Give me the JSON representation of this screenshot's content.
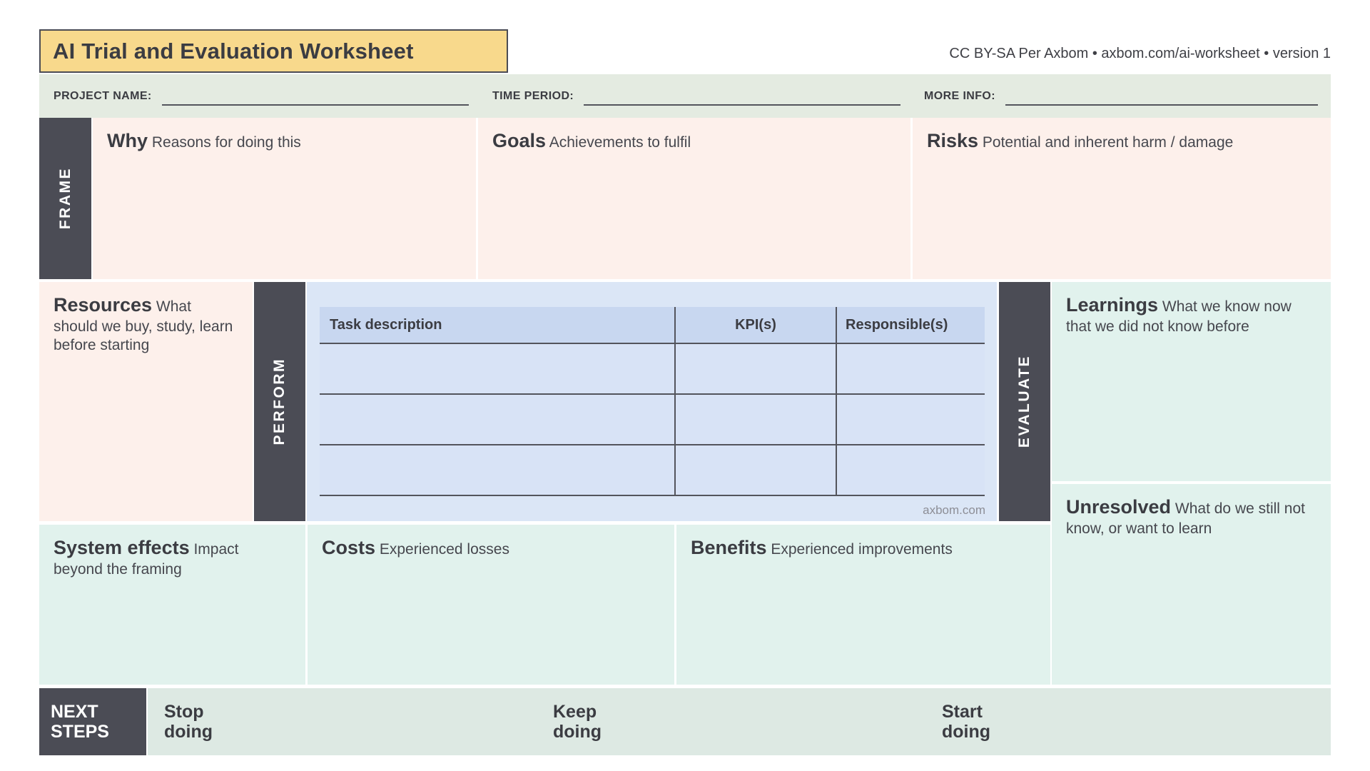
{
  "title": "AI Trial and Evaluation Worksheet",
  "attribution": "CC BY-SA Per Axbom • axbom.com/ai-worksheet • version 1",
  "header_fields": [
    {
      "label": "PROJECT NAME:",
      "value": ""
    },
    {
      "label": "TIME PERIOD:",
      "value": ""
    },
    {
      "label": "MORE INFO:",
      "value": ""
    }
  ],
  "frame": {
    "label": "FRAME",
    "why": {
      "title": "Why",
      "subtitle": "Reasons for doing this"
    },
    "goals": {
      "title": "Goals",
      "subtitle": "Achievements to fulfil"
    },
    "risks": {
      "title": "Risks",
      "subtitle": "Potential and inherent harm / damage"
    }
  },
  "resources": {
    "title": "Resources",
    "subtitle": "What should we buy, study, learn before starting"
  },
  "perform": {
    "label": "PERFORM",
    "table": {
      "columns": [
        "Task description",
        "KPI(s)",
        "Responsible(s)"
      ],
      "rows": [
        [
          "",
          "",
          ""
        ],
        [
          "",
          "",
          ""
        ],
        [
          "",
          "",
          ""
        ]
      ]
    },
    "watermark": "axbom.com"
  },
  "evaluate": {
    "label": "EVALUATE",
    "learnings": {
      "title": "Learnings",
      "subtitle": "What we know now that we did not know before"
    },
    "unresolved": {
      "title": "Unresolved",
      "subtitle": "What do we still not know, or want to learn"
    }
  },
  "outcomes": {
    "system_effects": {
      "title": "System effects",
      "subtitle": "Impact beyond the framing"
    },
    "costs": {
      "title": "Costs",
      "subtitle": "Experienced losses"
    },
    "benefits": {
      "title": "Benefits",
      "subtitle": "Experienced improvements"
    }
  },
  "next_steps": {
    "label": "NEXT\nSTEPS",
    "items": [
      "Stop\ndoing",
      "Keep\ndoing",
      "Start\ndoing"
    ]
  },
  "colors": {
    "title_bg": "#f8d98c",
    "dark": "#4b4c55",
    "frame_box_bg": "#fdf0eb",
    "header_strip_bg": "#e4ebe1",
    "mint_bg": "#e1f2ed",
    "table_area_bg": "#dbe6f6",
    "table_header_bg": "#c8d7f0",
    "table_row_bg": "#d8e3f6",
    "line": "#53545c",
    "text": "#3b3c42"
  }
}
